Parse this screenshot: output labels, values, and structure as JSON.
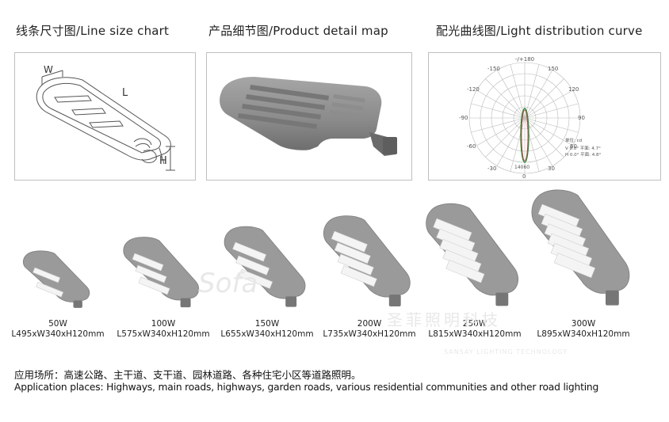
{
  "sections": [
    {
      "title": "线条尺寸图/Line size chart"
    },
    {
      "title": "产品细节图/Product detail map"
    },
    {
      "title": "配光曲线图/Light distribution curve"
    }
  ],
  "line_size_labels": {
    "w": "W",
    "l": "L",
    "h": "H"
  },
  "polar": {
    "top": "-/+180",
    "left_angles": [
      "-150",
      "-120",
      "-90",
      "-60",
      "-30"
    ],
    "right_angles": [
      "150",
      "120",
      "90",
      "60",
      "30"
    ],
    "bottom": "0",
    "center_value": "14060",
    "legend": [
      "V 0.0°  平面: 4.7°",
      "H 0.0°  平面: 4.8°"
    ],
    "unit": "单位: cd",
    "colors": {
      "v_curve": "#2e8b3a",
      "h_curve": "#c83232"
    }
  },
  "products": [
    {
      "power": "50W",
      "size": "L495xW340xH120mm",
      "modules": 2
    },
    {
      "power": "100W",
      "size": "L575xW340xH120mm",
      "modules": 3
    },
    {
      "power": "150W",
      "size": "L655xW340xH120mm",
      "modules": 3
    },
    {
      "power": "200W",
      "size": "L735xW340xH120mm",
      "modules": 4
    },
    {
      "power": "250W",
      "size": "L815xW340xH120mm",
      "modules": 5
    },
    {
      "power": "300W",
      "size": "L895xW340xH120mm",
      "modules": 6
    }
  ],
  "application": {
    "cn": "应用场所：高速公路、主干道、支干道、园林道路、各种住宅小区等道路照明。",
    "en": "Application places: Highways, main roads, highways, garden roads, various residential communities and other road lighting"
  },
  "watermark": {
    "brand": "Sofa",
    "cn": "圣菲照明科技",
    "en": "SANSAY LIGHTING TECHNOLOGY"
  }
}
